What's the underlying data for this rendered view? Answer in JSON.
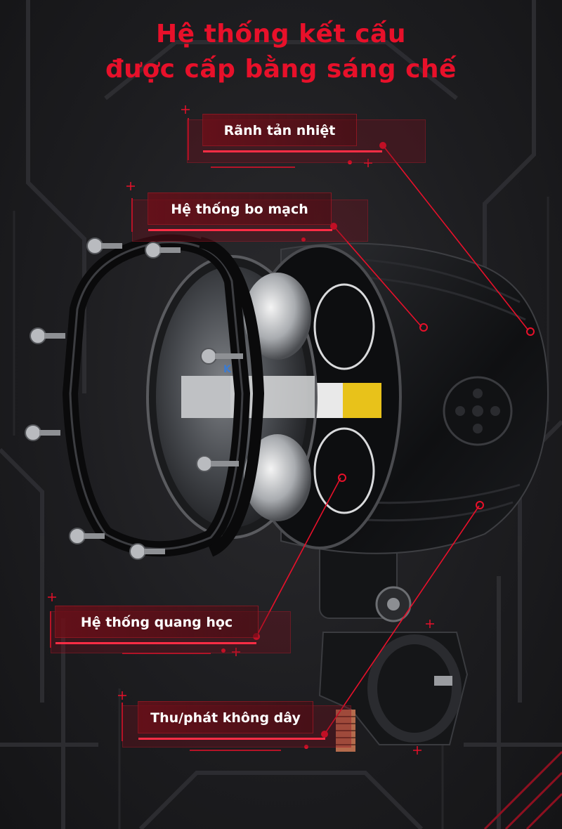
{
  "title": {
    "line1": "Hệ thống kết cấu",
    "line2": "được cấp bằng sáng chế"
  },
  "labels": [
    {
      "id": "ranh-tan-nhiet",
      "text": "Rãnh tản nhiệt"
    },
    {
      "id": "he-thong-bo-mach",
      "text": "Hệ thống bo mạch"
    },
    {
      "id": "he-thong-quang-hoc",
      "text": "Hệ thống quang học"
    },
    {
      "id": "thu-phat-khong-day",
      "text": "Thu/phát không dây"
    }
  ],
  "colors": {
    "accent": "#e8102a",
    "background": "#1b1b1d",
    "label_fill": "#6e0e18",
    "chip_yellow": "#e8c21a"
  },
  "lens_text": "K"
}
